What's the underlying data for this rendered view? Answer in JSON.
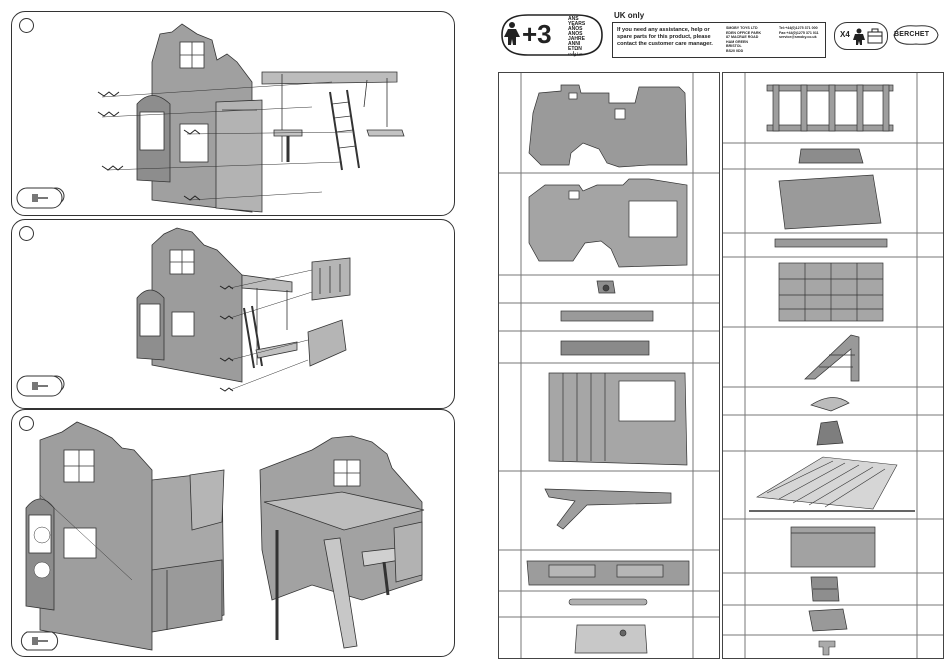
{
  "header": {
    "age_plus": "+3",
    "age_words": [
      "ANS",
      "YEARS",
      "AÑOS",
      "ANOS",
      "JAHRE",
      "ANNI",
      "ΕΤΩΝ",
      "سنوات"
    ],
    "uk_only": "UK only",
    "contact_lines": [
      "If you need any assistance, help or",
      "spare parts for this product, please",
      "contact the customer care manager."
    ],
    "address_lines": [
      "SMOBY TOYS LTD",
      "EDEN OFFICE PARK",
      "87 MACRAE ROAD",
      "HAM GREEN",
      "BRISTOL",
      "BS20 0DD"
    ],
    "phone_lines": [
      "Tel:+44(0)1275 371 000",
      "Fax:+44(0)1275 371 011",
      "service@smoby.co.uk"
    ],
    "tool_quantity": "X4",
    "maker": "BERCHET"
  },
  "colors": {
    "line": "#333333",
    "part_gray": "#8a8a8a",
    "part_light": "#b8b8b8",
    "panel_border": "#333333"
  },
  "icons": [
    "screw-icon",
    "person-icon",
    "toolbox-icon",
    "step-number-icon"
  ]
}
